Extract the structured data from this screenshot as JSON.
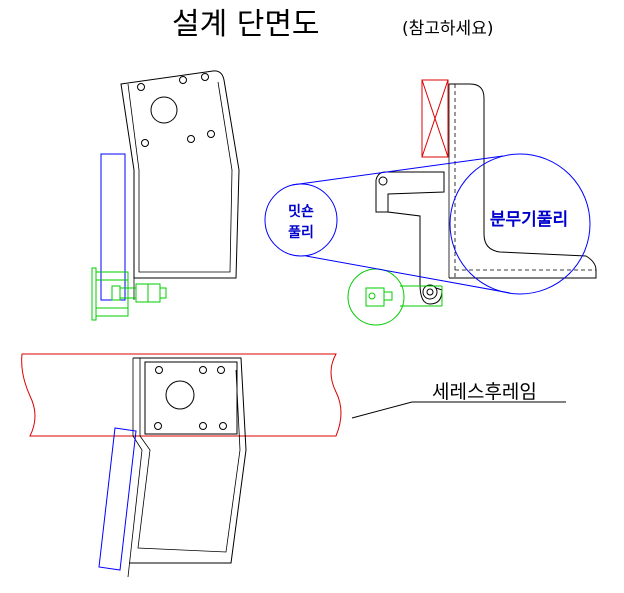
{
  "title": {
    "main": "설계 단면도",
    "note": "(참고하세요)"
  },
  "labels": {
    "mission_pulley_line1": "밋숀",
    "mission_pulley_line2": "풀리",
    "sprayer_pulley": "분무기풀리",
    "frame": "세레스후레임"
  },
  "colors": {
    "outline": "#000000",
    "pulley_belt": "#0000ff",
    "label_blue": "#0000cc",
    "frame_tube": "#dd0000",
    "bearing_parts": "#00cc00"
  }
}
